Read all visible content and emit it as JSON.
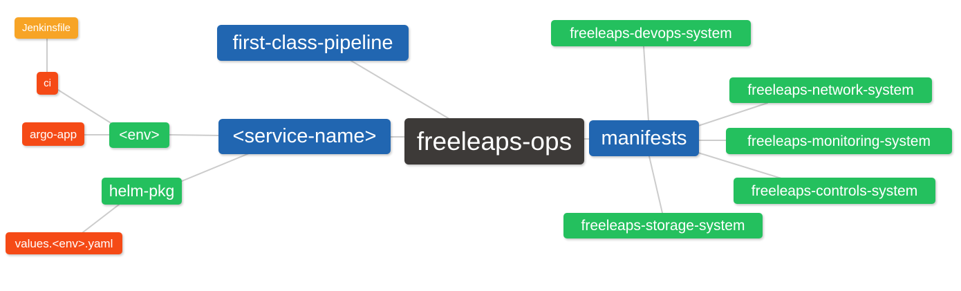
{
  "diagram": {
    "type": "mindmap",
    "root": "freeleaps-ops",
    "background": "#ffffff"
  },
  "palette": {
    "blue": "#2166b1",
    "green": "#24c05e",
    "orange_red": "#f54a16",
    "amber": "#f7a426",
    "dark": "#3d3a38",
    "edge": "#cccccc",
    "text": "#ffffff"
  },
  "nodes": {
    "jenkinsfile": {
      "label": "Jenkinsfile",
      "color": "#f7a426"
    },
    "ci": {
      "label": "ci",
      "color": "#f54a16"
    },
    "argo_app": {
      "label": "argo-app",
      "color": "#f54a16"
    },
    "env": {
      "label": "<env>",
      "color": "#24c05e"
    },
    "helm_pkg": {
      "label": "helm-pkg",
      "color": "#24c05e"
    },
    "values_env_yaml": {
      "label": "values.<env>.yaml",
      "color": "#f54a16"
    },
    "first_class_pipeline": {
      "label": "first-class-pipeline",
      "color": "#2166b1"
    },
    "service_name": {
      "label": "<service-name>",
      "color": "#2166b1"
    },
    "freeleaps_ops": {
      "label": "freeleaps-ops",
      "color": "#3d3a38"
    },
    "manifests": {
      "label": "manifests",
      "color": "#2166b1"
    },
    "freeleaps_devops_system": {
      "label": "freeleaps-devops-system",
      "color": "#24c05e"
    },
    "freeleaps_network_system": {
      "label": "freeleaps-network-system",
      "color": "#24c05e"
    },
    "freeleaps_monitoring_system": {
      "label": "freeleaps-monitoring-system",
      "color": "#24c05e"
    },
    "freeleaps_controls_system": {
      "label": "freeleaps-controls-system",
      "color": "#24c05e"
    },
    "freeleaps_storage_system": {
      "label": "freeleaps-storage-system",
      "color": "#24c05e"
    }
  },
  "edges": [
    {
      "from": "Jenkinsfile",
      "to": "ci"
    },
    {
      "from": "ci",
      "to": "<env>"
    },
    {
      "from": "argo-app",
      "to": "<env>"
    },
    {
      "from": "<env>",
      "to": "<service-name>"
    },
    {
      "from": "helm-pkg",
      "to": "<service-name>"
    },
    {
      "from": "values.<env>.yaml",
      "to": "helm-pkg"
    },
    {
      "from": "first-class-pipeline",
      "to": "freeleaps-ops"
    },
    {
      "from": "<service-name>",
      "to": "freeleaps-ops"
    },
    {
      "from": "freeleaps-ops",
      "to": "manifests"
    },
    {
      "from": "manifests",
      "to": "freeleaps-devops-system"
    },
    {
      "from": "manifests",
      "to": "freeleaps-network-system"
    },
    {
      "from": "manifests",
      "to": "freeleaps-monitoring-system"
    },
    {
      "from": "manifests",
      "to": "freeleaps-controls-system"
    },
    {
      "from": "manifests",
      "to": "freeleaps-storage-system"
    }
  ]
}
